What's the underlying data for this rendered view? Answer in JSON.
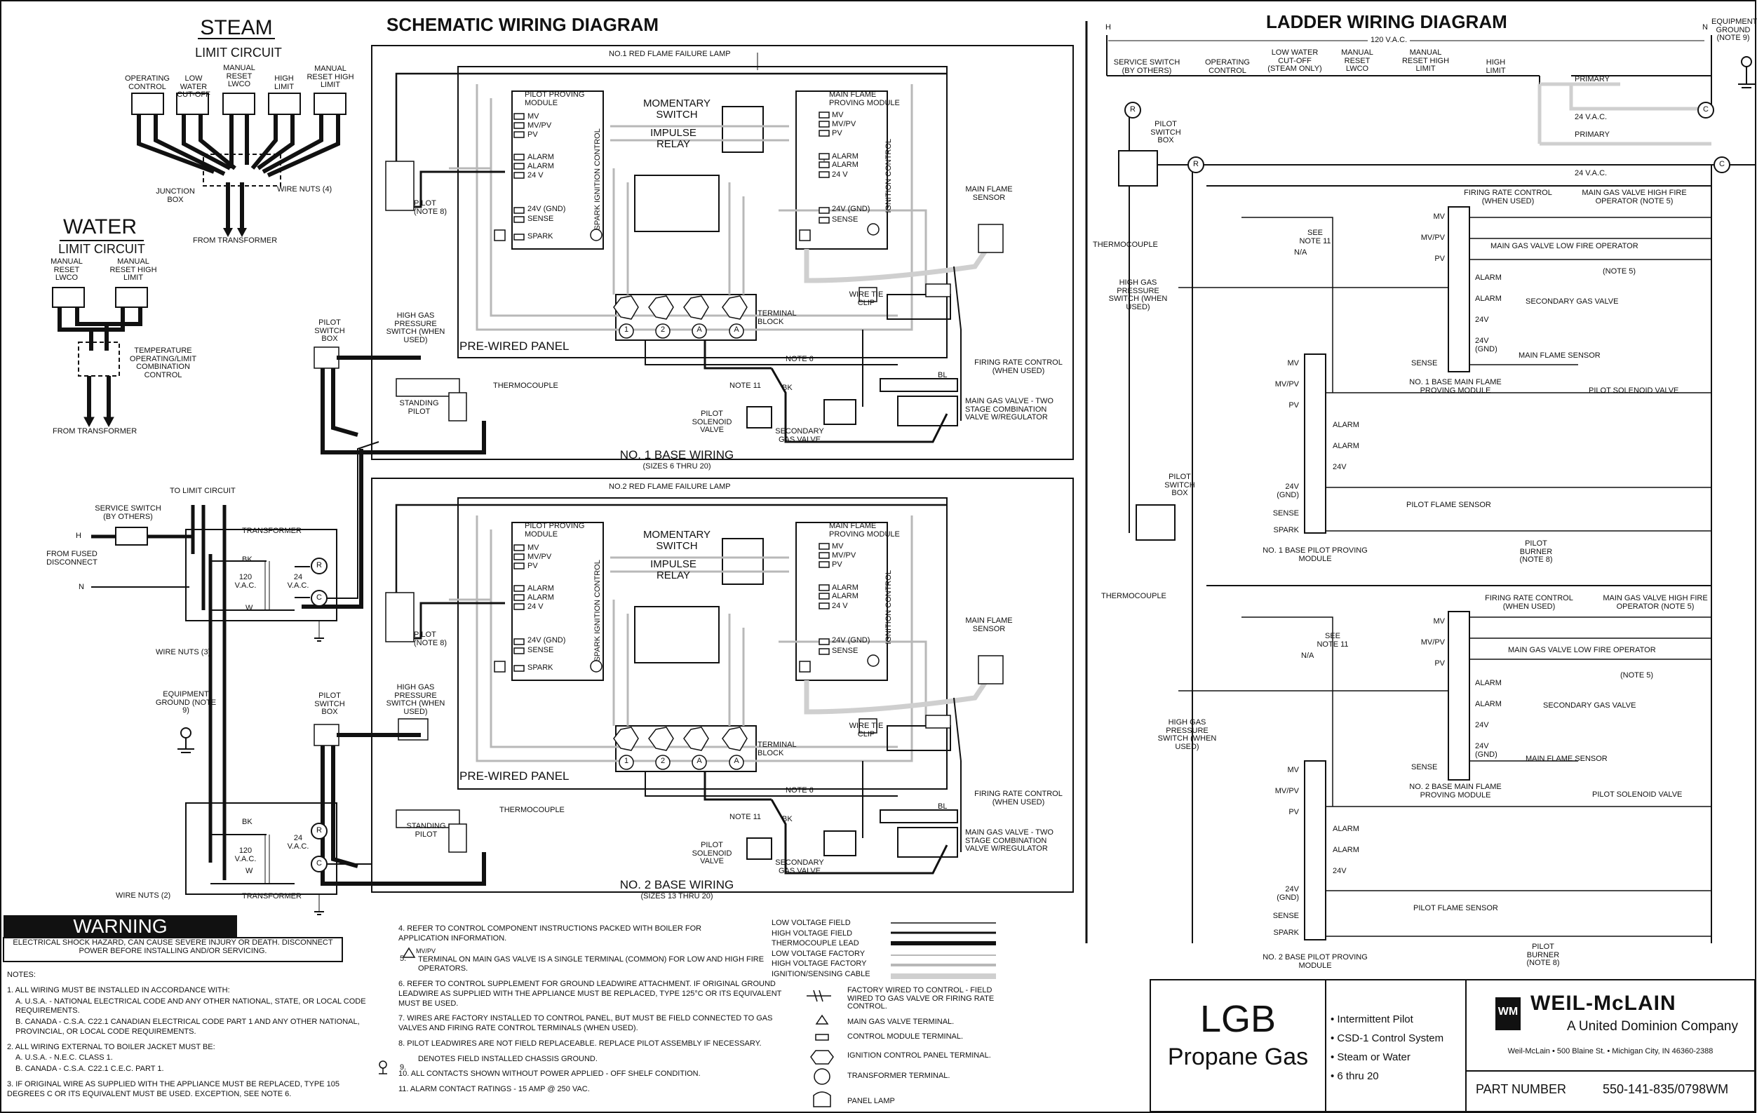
{
  "colors": {
    "ink": "#111111",
    "factory_gray": "#b8b8b8",
    "light_gray": "#cfcfcf",
    "warning_bg": "#111111",
    "warning_text": "#ffffff"
  },
  "schematic": {
    "title": "SCHEMATIC WIRING DIAGRAM",
    "steam": {
      "title": "STEAM",
      "subtitle": "LIMIT CIRCUIT",
      "controls": [
        "OPERATING CONTROL",
        "LOW WATER CUT-OFF",
        "MANUAL RESET LWCO",
        "HIGH LIMIT",
        "MANUAL RESET HIGH LIMIT"
      ],
      "junction_box": "JUNCTION BOX",
      "wire_nuts": "WIRE NUTS (4)",
      "from_transformer": "FROM TRANSFORMER"
    },
    "water": {
      "title": "WATER",
      "subtitle": "LIMIT CIRCUIT",
      "controls": [
        "MANUAL RESET LWCO",
        "MANUAL RESET HIGH LIMIT"
      ],
      "combo": "TEMPERATURE OPERATING/LIMIT COMBINATION CONTROL",
      "from_transformer": "FROM TRANSFORMER"
    },
    "base1": {
      "title": "NO. 1 BASE WIRING",
      "sizes": "(SIZES 6 THRU 20)",
      "lamp": "NO.1 RED FLAME FAILURE LAMP"
    },
    "base2": {
      "title": "NO. 2 BASE WIRING",
      "sizes": "(SIZES 13 THRU 20)",
      "lamp": "NO.2 RED FLAME FAILURE LAMP"
    },
    "labels": {
      "pilot_proving": "PILOT PROVING MODULE",
      "main_flame_proving": "MAIN FLAME PROVING MODULE",
      "momentary": "MOMENTARY SWITCH",
      "impulse": "IMPULSE RELAY",
      "terms_left": [
        "MV",
        "MV/PV",
        "PV",
        "ALARM",
        "ALARM",
        "24 V",
        "24V (GND)",
        "SENSE",
        "SPARK"
      ],
      "terms_right": [
        "MV",
        "MV/PV",
        "PV",
        "ALARM",
        "ALARM",
        "24 V",
        "24V (GND)",
        "SENSE"
      ],
      "spark_ignition": "SPARK IGNITION CONTROL",
      "ignition_control": "IGNITION CONTROL",
      "main_flame_sensor": "MAIN FLAME SENSOR",
      "pilot": "PILOT (NOTE 8)",
      "terminal_block": "TERMINAL BLOCK",
      "term_ids": [
        "1",
        "2",
        "A",
        "A"
      ],
      "wire_tie": "WIRE TIE CLIP",
      "prewired": "PRE-WIRED PANEL",
      "pilot_switch_box": "PILOT SWITCH BOX",
      "high_gas": "HIGH GAS PRESSURE SWITCH (WHEN USED)",
      "standing_pilot": "STANDING PILOT",
      "thermocouple": "THERMOCOUPLE",
      "note6": "NOTE 6",
      "note11": "NOTE 11",
      "firing_rate": "FIRING RATE CONTROL (WHEN USED)",
      "main_gas_valve": "MAIN GAS VALVE - TWO STAGE COMBINATION VALVE W/REGULATOR",
      "pilot_solenoid": "PILOT SOLENOID VALVE",
      "secondary_gas": "SECONDARY GAS VALVE",
      "bk": "BK",
      "bl": "BL",
      "w": "W",
      "r": "R",
      "c": "C",
      "mv": "MV",
      "mvpv": "MV/PV",
      "pv": "PV"
    },
    "transformer": {
      "to_limit": "TO LIMIT CIRCUIT",
      "service_switch": "SERVICE SWITCH (BY OTHERS)",
      "h": "H",
      "n": "N",
      "from_fused": "FROM FUSED DISCONNECT",
      "title": "TRANSFORMER",
      "primary_v": "120 V.A.C.",
      "secondary_v": "24 V.A.C.",
      "wire_nuts3": "WIRE NUTS (3)",
      "wire_nuts2": "WIRE NUTS (2)",
      "equipment_ground": "EQUIPMENT GROUND (NOTE 9)"
    }
  },
  "warning": {
    "title": "WARNING",
    "text": "ELECTRICAL SHOCK HAZARD, CAN CAUSE SEVERE INJURY OR DEATH. DISCONNECT POWER BEFORE INSTALLING AND/OR SERVICING."
  },
  "notes": {
    "heading": "NOTES:",
    "n1": "1.  ALL WIRING MUST BE INSTALLED IN ACCORDANCE WITH:",
    "n1a": "A.  U.S.A. - NATIONAL ELECTRICAL CODE AND ANY OTHER NATIONAL, STATE, OR LOCAL CODE REQUIREMENTS.",
    "n1b": "B.  CANADA - C.S.A. C22.1 CANADIAN ELECTRICAL CODE PART 1 AND ANY OTHER NATIONAL, PROVINCIAL, OR LOCAL CODE REQUIREMENTS.",
    "n2": "2.  ALL WIRING EXTERNAL TO BOILER JACKET MUST BE:",
    "n2a": "A.  U.S.A. - N.E.C. CLASS 1.",
    "n2b": "B.  CANADA - C.S.A. C22.1 C.E.C. PART 1.",
    "n3": "3.  IF ORIGINAL WIRE AS SUPPLIED WITH THE APPLIANCE MUST BE REPLACED, TYPE 105 DEGREES C OR ITS EQUIVALENT MUST BE USED. EXCEPTION, SEE NOTE 6.",
    "n4": "4.  REFER TO CONTROL COMPONENT INSTRUCTIONS PACKED WITH BOILER FOR APPLICATION INFORMATION.",
    "n5": "TERMINAL ON MAIN GAS VALVE IS A SINGLE TERMINAL (COMMON) FOR LOW AND HIGH FIRE OPERATORS.",
    "n6": "6.  REFER TO CONTROL SUPPLEMENT FOR GROUND LEADWIRE ATTACHMENT. IF ORIGINAL GROUND LEADWIRE AS SUPPLIED WITH THE APPLIANCE MUST BE REPLACED, TYPE 125°C OR ITS EQUIVALENT MUST BE USED.",
    "n7": "7.  WIRES ARE FACTORY INSTALLED TO CONTROL PANEL, BUT MUST BE FIELD CONNECTED TO GAS VALVES AND FIRING RATE CONTROL TERMINALS (WHEN USED).",
    "n8": "8.  PILOT LEADWIRES ARE NOT FIELD REPLACEABLE. REPLACE PILOT ASSEMBLY IF NECESSARY.",
    "n9": "DENOTES FIELD INSTALLED CHASSIS GROUND.",
    "n10": "10.  ALL CONTACTS SHOWN WITHOUT POWER APPLIED - OFF SHELF CONDITION.",
    "n11": "11.  ALARM CONTACT RATINGS - 15 AMP @ 250 VAC."
  },
  "legend": {
    "lines": [
      "LOW VOLTAGE FIELD",
      "HIGH VOLTAGE FIELD",
      "THERMOCOUPLE LEAD",
      "LOW VOLTAGE FACTORY",
      "HIGH VOLTAGE FACTORY",
      "IGNITION/SENSING CABLE"
    ],
    "symbols": [
      "FACTORY WIRED TO CONTROL - FIELD WIRED TO GAS VALVE OR FIRING RATE CONTROL.",
      "MAIN GAS VALVE TERMINAL.",
      "CONTROL MODULE TERMINAL.",
      "IGNITION CONTROL PANEL TERMINAL.",
      "TRANSFORMER TERMINAL.",
      "PANEL LAMP"
    ]
  },
  "ladder": {
    "title": "LADDER WIRING DIAGRAM",
    "h": "H",
    "n": "N",
    "supply": "120 V.A.C.",
    "equipment_ground": "EQUIPMENT GROUND (NOTE 9)",
    "top_switches": [
      "SERVICE SWITCH (BY OTHERS)",
      "OPERATING CONTROL",
      "LOW WATER CUT-OFF (STEAM ONLY)",
      "MANUAL RESET LWCO",
      "MANUAL RESET HIGH LIMIT",
      "HIGH LIMIT"
    ],
    "primary": "PRIMARY",
    "secondary": "24 V.A.C.",
    "pilot_switch_box": "PILOT SWITCH BOX",
    "thermocouple": "THERMOCOUPLE",
    "high_gas": "HIGH GAS PRESSURE SWITCH (WHEN USED)",
    "see_note": "SEE NOTE 11",
    "na": "N/A",
    "firing_rate": "FIRING RATE CONTROL (WHEN USED)",
    "hf_operator": "MAIN GAS VALVE HIGH FIRE OPERATOR (NOTE 5)",
    "lf_operator": "MAIN GAS VALVE LOW FIRE OPERATOR",
    "note5": "(NOTE 5)",
    "secondary_gas": "SECONDARY GAS VALVE",
    "main_flame_sensor": "MAIN FLAME SENSOR",
    "pilot_solenoid": "PILOT SOLENOID VALVE",
    "pilot_flame_sensor": "PILOT FLAME SENSOR",
    "pilot_burner": "PILOT BURNER (NOTE 8)",
    "mfp1": "NO. 1 BASE MAIN FLAME PROVING MODULE",
    "ppm1": "NO. 1 BASE PILOT PROVING MODULE",
    "mfp2": "NO. 2 BASE MAIN FLAME PROVING MODULE",
    "ppm2": "NO. 2 BASE PILOT PROVING MODULE",
    "term_labels": [
      "MV",
      "MV/PV",
      "PV",
      "ALARM",
      "ALARM",
      "24V",
      "24V (GND)",
      "SENSE",
      "SPARK"
    ]
  },
  "title_block": {
    "model": "LGB",
    "fuel": "Propane Gas",
    "features": [
      "• Intermittent Pilot",
      "• CSD-1 Control System",
      "• Steam or Water",
      "• 6 thru 20"
    ],
    "brand": "WEIL-McLAIN",
    "company": "A United Dominion Company",
    "address": "Weil-McLain  •  500 Blaine St.  •  Michigan City, IN 46360-2388",
    "logo": "WM",
    "part_label": "PART NUMBER",
    "part_number": "550-141-835/0798WM"
  }
}
